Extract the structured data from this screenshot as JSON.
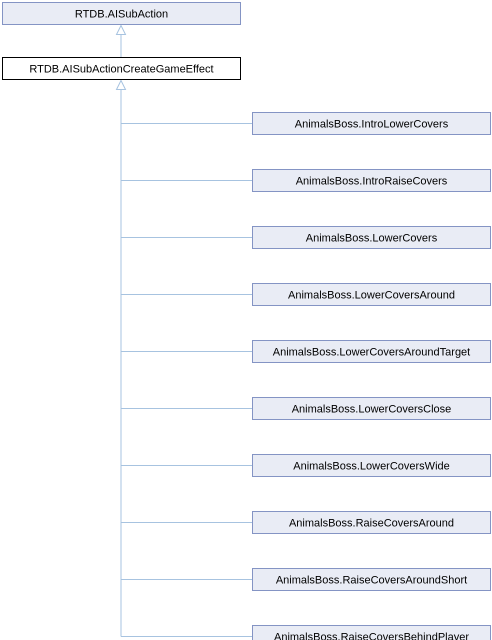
{
  "diagram": {
    "base": {
      "label": "RTDB.AISubAction"
    },
    "parent": {
      "label": "RTDB.AISubActionCreateGameEffect"
    },
    "children": [
      {
        "label": "AnimalsBoss.IntroLowerCovers"
      },
      {
        "label": "AnimalsBoss.IntroRaiseCovers"
      },
      {
        "label": "AnimalsBoss.LowerCovers"
      },
      {
        "label": "AnimalsBoss.LowerCoversAround"
      },
      {
        "label": "AnimalsBoss.LowerCoversAroundTarget"
      },
      {
        "label": "AnimalsBoss.LowerCoversClose"
      },
      {
        "label": "AnimalsBoss.LowerCoversWide"
      },
      {
        "label": "AnimalsBoss.RaiseCoversAround"
      },
      {
        "label": "AnimalsBoss.RaiseCoversAroundShort"
      },
      {
        "label": "AnimalsBoss.RaiseCoversBehindPlayer"
      }
    ]
  },
  "colors": {
    "grayBoxFill": "#e9ecf5",
    "grayBoxStroke": "#8494c4",
    "currentBoxFill": "#ffffff",
    "currentBoxStroke": "#000000",
    "edge": "#a7c3e0"
  }
}
